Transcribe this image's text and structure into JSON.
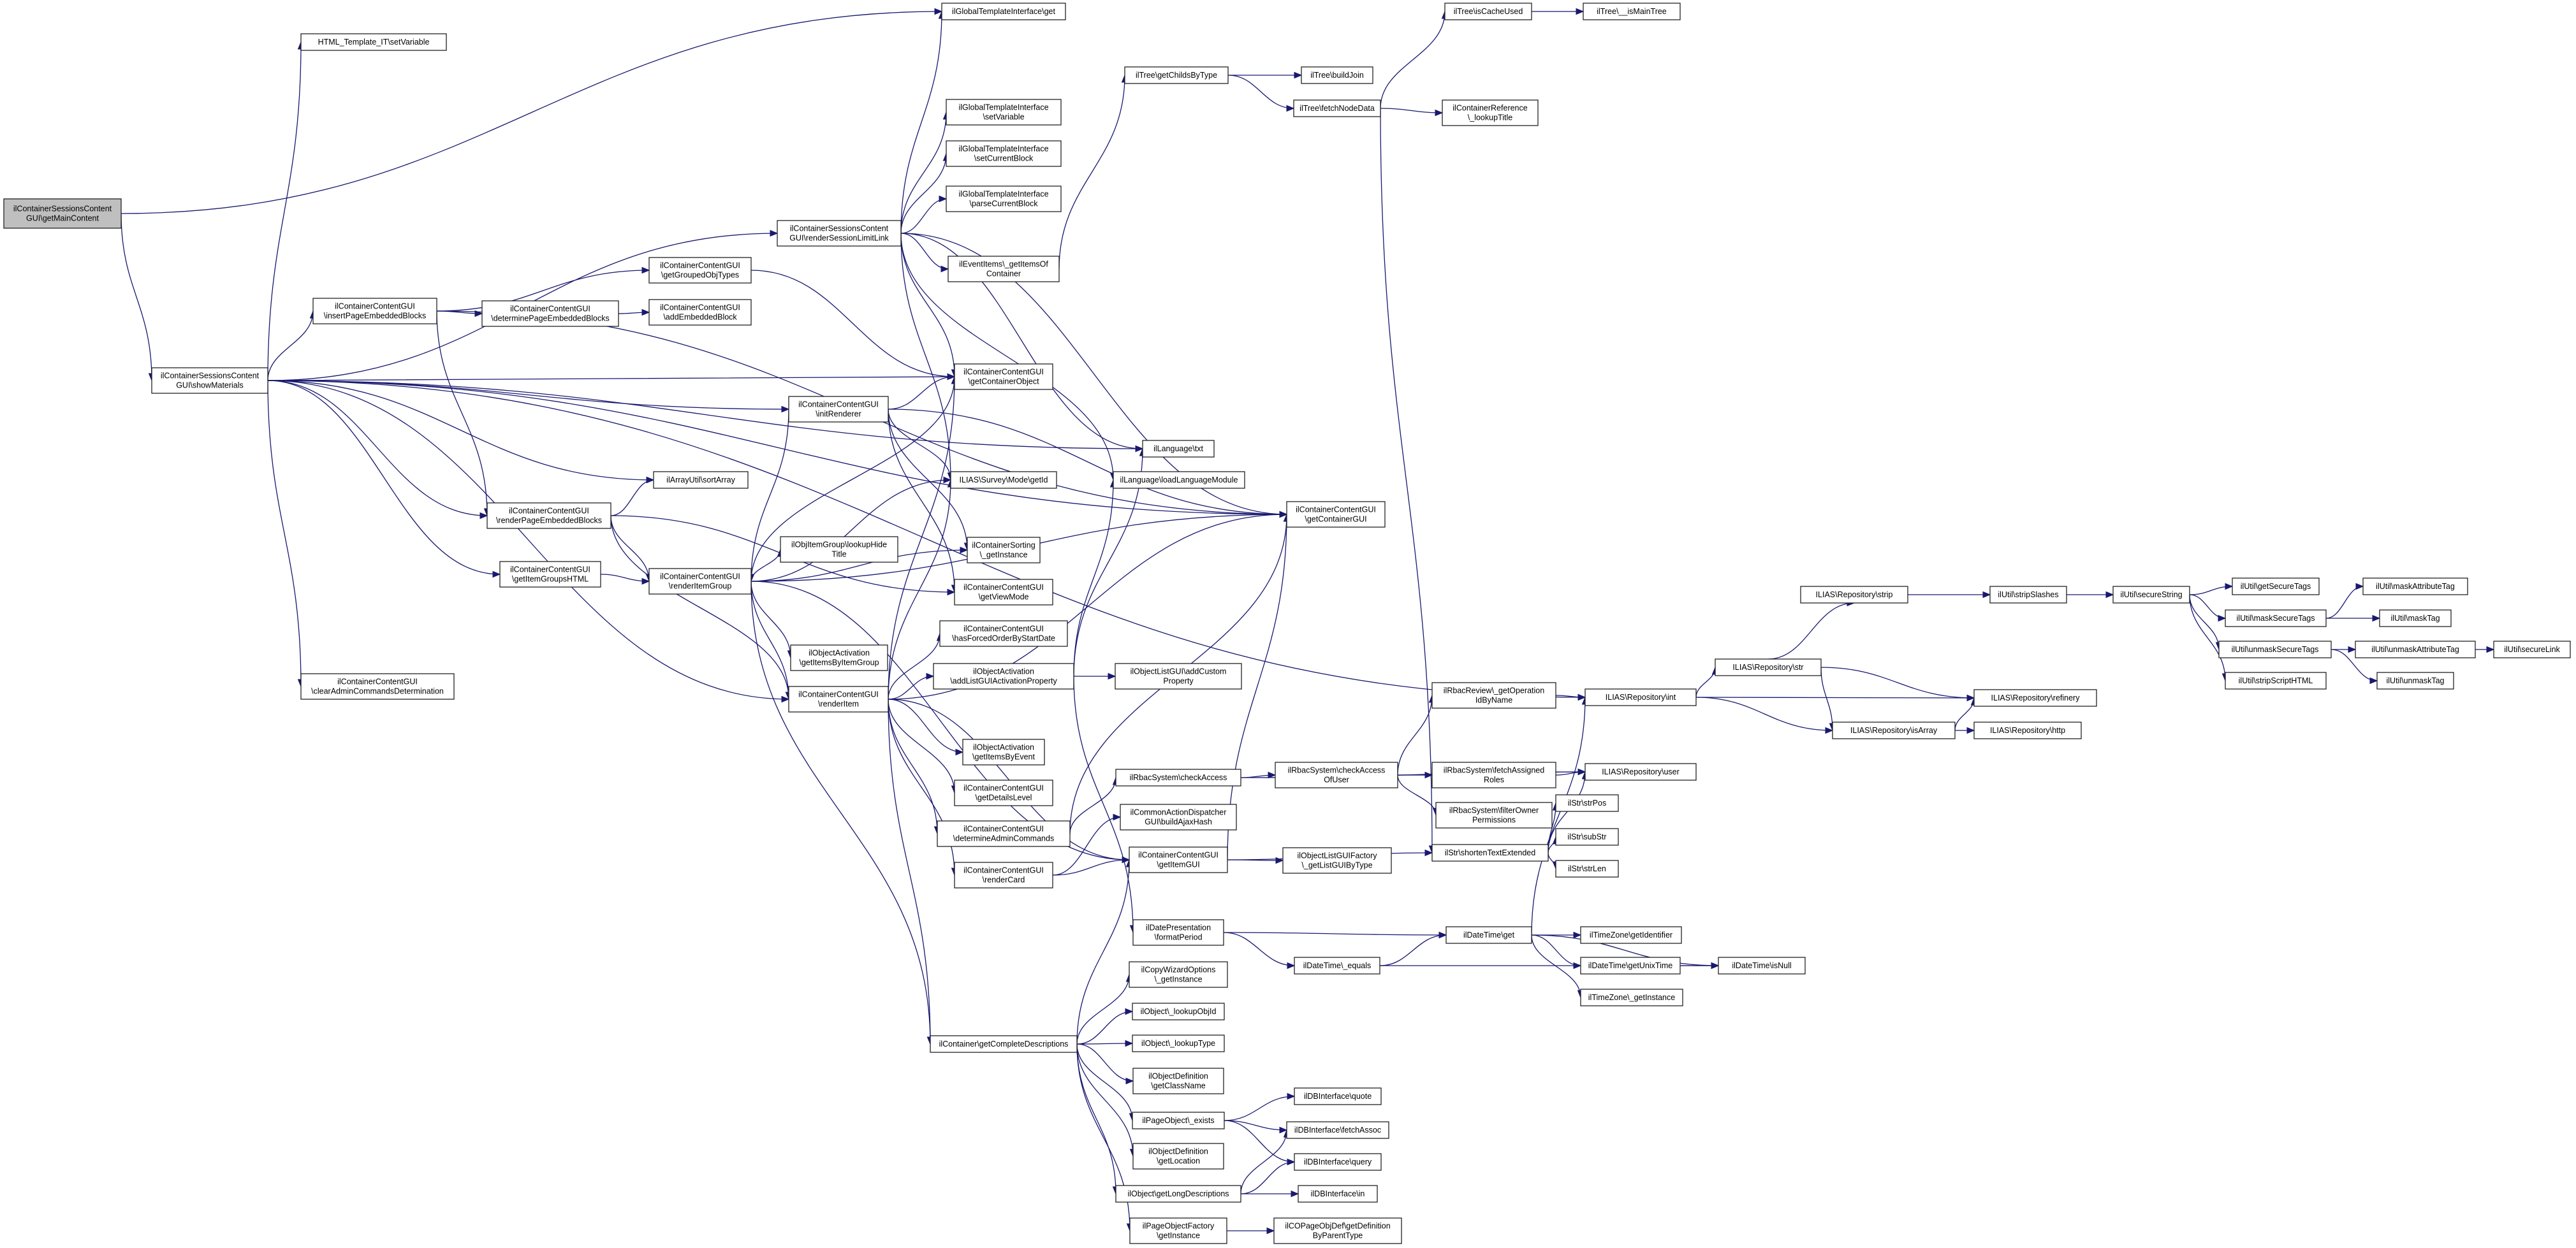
{
  "diagram": {
    "nodes": [
      {
        "id": "root",
        "lines": [
          "ilContainerSessionsContent",
          "GUI\\getMainContent"
        ],
        "root": true
      },
      {
        "id": "showMaterials",
        "lines": [
          "ilContainerSessionsContent",
          "GUI\\showMaterials"
        ]
      },
      {
        "id": "gtiGet",
        "lines": [
          "ilGlobalTemplateInterface\\get"
        ]
      },
      {
        "id": "htmlSetVar",
        "lines": [
          "HTML_Template_IT\\setVariable"
        ]
      },
      {
        "id": "insertPEB",
        "lines": [
          "ilContainerContentGUI",
          "\\insertPageEmbeddedBlocks"
        ]
      },
      {
        "id": "renderPEB",
        "lines": [
          "ilContainerContentGUI",
          "\\renderPageEmbeddedBlocks"
        ]
      },
      {
        "id": "getItemGroupsHTML",
        "lines": [
          "ilContainerContentGUI",
          "\\getItemGroupsHTML"
        ]
      },
      {
        "id": "clearAdmin",
        "lines": [
          "ilContainerContentGUI",
          "\\clearAdminCommandsDetermination"
        ]
      },
      {
        "id": "getGrouped",
        "lines": [
          "ilContainerContentGUI",
          "\\getGroupedObjTypes"
        ]
      },
      {
        "id": "determinePEB",
        "lines": [
          "ilContainerContentGUI",
          "\\determinePageEmbeddedBlocks"
        ]
      },
      {
        "id": "addEmbedded",
        "lines": [
          "ilContainerContentGUI",
          "\\addEmbeddedBlock"
        ]
      },
      {
        "id": "sortArray",
        "lines": [
          "ilArrayUtil\\sortArray"
        ]
      },
      {
        "id": "renderItemGroup",
        "lines": [
          "ilContainerContentGUI",
          "\\renderItemGroup"
        ]
      },
      {
        "id": "renderSession",
        "lines": [
          "ilContainerSessionsContent",
          "GUI\\renderSessionLimitLink"
        ]
      },
      {
        "id": "initRenderer",
        "lines": [
          "ilContainerContentGUI",
          "\\initRenderer"
        ]
      },
      {
        "id": "renderItem",
        "lines": [
          "ilContainerContentGUI",
          "\\renderItem"
        ]
      },
      {
        "id": "lookupHide",
        "lines": [
          "ilObjItemGroup\\lookupHide",
          "Title"
        ]
      },
      {
        "id": "getItemsByItemGroup",
        "lines": [
          "ilObjectActivation",
          "\\getItemsByItemGroup"
        ]
      },
      {
        "id": "gtiSetVar",
        "lines": [
          "ilGlobalTemplateInterface",
          "\\setVariable"
        ]
      },
      {
        "id": "gtiSetBlock",
        "lines": [
          "ilGlobalTemplateInterface",
          "\\setCurrentBlock"
        ]
      },
      {
        "id": "gtiParse",
        "lines": [
          "ilGlobalTemplateInterface",
          "\\parseCurrentBlock"
        ]
      },
      {
        "id": "eventItems",
        "lines": [
          "ilEventItems\\_getItemsOf",
          "Container"
        ]
      },
      {
        "id": "getContainerObject",
        "lines": [
          "ilContainerContentGUI",
          "\\getContainerObject"
        ]
      },
      {
        "id": "surveyGetId",
        "lines": [
          "ILIAS\\Survey\\Mode\\getId"
        ]
      },
      {
        "id": "sortingGetInstance",
        "lines": [
          "ilContainerSorting",
          "\\_getInstance"
        ]
      },
      {
        "id": "getViewMode",
        "lines": [
          "ilContainerContentGUI",
          "\\getViewMode"
        ]
      },
      {
        "id": "hasForced",
        "lines": [
          "ilContainerContentGUI",
          "\\hasForcedOrderByStartDate"
        ]
      },
      {
        "id": "addListGUI",
        "lines": [
          "ilObjectActivation",
          "\\addListGUIActivationProperty"
        ]
      },
      {
        "id": "getItemsByEvent",
        "lines": [
          "ilObjectActivation",
          "\\getItemsByEvent"
        ]
      },
      {
        "id": "getDetailsLevel",
        "lines": [
          "ilContainerContentGUI",
          "\\getDetailsLevel"
        ]
      },
      {
        "id": "determineAdmin",
        "lines": [
          "ilContainerContentGUI",
          "\\determineAdminCommands"
        ]
      },
      {
        "id": "renderCard",
        "lines": [
          "ilContainerContentGUI",
          "\\renderCard"
        ]
      },
      {
        "id": "getCompleteDesc",
        "lines": [
          "ilContainer\\getCompleteDescriptions"
        ]
      },
      {
        "id": "treeGetChilds",
        "lines": [
          "ilTree\\getChildsByType"
        ]
      },
      {
        "id": "treeBuildJoin",
        "lines": [
          "ilTree\\buildJoin"
        ]
      },
      {
        "id": "treeFetchNode",
        "lines": [
          "ilTree\\fetchNodeData"
        ]
      },
      {
        "id": "treeIsCacheUsed",
        "lines": [
          "ilTree\\isCacheUsed"
        ]
      },
      {
        "id": "treeIsMainTree",
        "lines": [
          "ilTree\\__isMainTree"
        ]
      },
      {
        "id": "containerRefLookup",
        "lines": [
          "ilContainerReference",
          "\\_lookupTitle"
        ]
      },
      {
        "id": "languageTxt",
        "lines": [
          "ilLanguage\\txt"
        ]
      },
      {
        "id": "languageLoad",
        "lines": [
          "ilLanguage\\loadLanguageModule"
        ]
      },
      {
        "id": "getContainerGUI",
        "lines": [
          "ilContainerContentGUI",
          "\\getContainerGUI"
        ]
      },
      {
        "id": "addCustomProp",
        "lines": [
          "ilObjectListGUI\\addCustom",
          "Property"
        ]
      },
      {
        "id": "rbacCheckAccess",
        "lines": [
          "ilRbacSystem\\checkAccess"
        ]
      },
      {
        "id": "rbacCheckAccessOfUser",
        "lines": [
          "ilRbacSystem\\checkAccess",
          "OfUser"
        ]
      },
      {
        "id": "rbacReview",
        "lines": [
          "ilRbacReview\\_getOperation",
          "IdByName"
        ]
      },
      {
        "id": "rbacFetchAssigned",
        "lines": [
          "ilRbacSystem\\fetchAssigned",
          "Roles"
        ]
      },
      {
        "id": "rbacFilterOwner",
        "lines": [
          "ilRbacSystem\\filterOwner",
          "Permissions"
        ]
      },
      {
        "id": "commonAction",
        "lines": [
          "ilCommonActionDispatcher",
          "GUI\\buildAjaxHash"
        ]
      },
      {
        "id": "getItemGUI",
        "lines": [
          "ilContainerContentGUI",
          "\\getItemGUI"
        ]
      },
      {
        "id": "listGUIFactory",
        "lines": [
          "ilObjectListGUIFactory",
          "\\_getListGUIByType"
        ]
      },
      {
        "id": "shortenText",
        "lines": [
          "ilStr\\shortenTextExtended"
        ]
      },
      {
        "id": "strPos",
        "lines": [
          "ilStr\\strPos"
        ]
      },
      {
        "id": "subStr",
        "lines": [
          "ilStr\\subStr"
        ]
      },
      {
        "id": "strLen",
        "lines": [
          "ilStr\\strLen"
        ]
      },
      {
        "id": "repoInt",
        "lines": [
          "ILIAS\\Repository\\int"
        ]
      },
      {
        "id": "repoUser",
        "lines": [
          "ILIAS\\Repository\\user"
        ]
      },
      {
        "id": "repoStr",
        "lines": [
          "ILIAS\\Repository\\str"
        ]
      },
      {
        "id": "repoStrip",
        "lines": [
          "ILIAS\\Repository\\strip"
        ]
      },
      {
        "id": "repoIsArray",
        "lines": [
          "ILIAS\\Repository\\isArray"
        ]
      },
      {
        "id": "repoRefinery",
        "lines": [
          "ILIAS\\Repository\\refinery"
        ]
      },
      {
        "id": "repoHttp",
        "lines": [
          "ILIAS\\Repository\\http"
        ]
      },
      {
        "id": "stripSlashes",
        "lines": [
          "ilUtil\\stripSlashes"
        ]
      },
      {
        "id": "secureString",
        "lines": [
          "ilUtil\\secureString"
        ]
      },
      {
        "id": "getSecureTags",
        "lines": [
          "ilUtil\\getSecureTags"
        ]
      },
      {
        "id": "maskSecureTags",
        "lines": [
          "ilUtil\\maskSecureTags"
        ]
      },
      {
        "id": "maskAttributeTag",
        "lines": [
          "ilUtil\\maskAttributeTag"
        ]
      },
      {
        "id": "maskTag",
        "lines": [
          "ilUtil\\maskTag"
        ]
      },
      {
        "id": "unmaskSecureTags",
        "lines": [
          "ilUtil\\unmaskSecureTags"
        ]
      },
      {
        "id": "unmaskAttributeTag",
        "lines": [
          "ilUtil\\unmaskAttributeTag"
        ]
      },
      {
        "id": "secureLink",
        "lines": [
          "ilUtil\\secureLink"
        ]
      },
      {
        "id": "unmaskTag",
        "lines": [
          "ilUtil\\unmaskTag"
        ]
      },
      {
        "id": "stripScriptHTML",
        "lines": [
          "ilUtil\\stripScriptHTML"
        ]
      },
      {
        "id": "datePresentation",
        "lines": [
          "ilDatePresentation",
          "\\formatPeriod"
        ]
      },
      {
        "id": "dateTimeEquals",
        "lines": [
          "ilDateTime\\_equals"
        ]
      },
      {
        "id": "dateTimeGet",
        "lines": [
          "ilDateTime\\get"
        ]
      },
      {
        "id": "timezoneGetId",
        "lines": [
          "ilTimeZone\\getIdentifier"
        ]
      },
      {
        "id": "dateTimeUnix",
        "lines": [
          "ilDateTime\\getUnixTime"
        ]
      },
      {
        "id": "timezoneGetInstance",
        "lines": [
          "ilTimeZone\\_getInstance"
        ]
      },
      {
        "id": "dateTimeIsNull",
        "lines": [
          "ilDateTime\\isNull"
        ]
      },
      {
        "id": "copyWizard",
        "lines": [
          "ilCopyWizardOptions",
          "\\_getInstance"
        ]
      },
      {
        "id": "lookupObjId",
        "lines": [
          "ilObject\\_lookupObjId"
        ]
      },
      {
        "id": "lookupType",
        "lines": [
          "ilObject\\_lookupType"
        ]
      },
      {
        "id": "objDefClassName",
        "lines": [
          "ilObjectDefinition",
          "\\getClassName"
        ]
      },
      {
        "id": "pageObjExists",
        "lines": [
          "ilPageObject\\_exists"
        ]
      },
      {
        "id": "objDefLocation",
        "lines": [
          "ilObjectDefinition",
          "\\getLocation"
        ]
      },
      {
        "id": "getLongDesc",
        "lines": [
          "ilObject\\getLongDescriptions"
        ]
      },
      {
        "id": "pageObjFactory",
        "lines": [
          "ilPageObjectFactory",
          "\\getInstance"
        ]
      },
      {
        "id": "dbQuote",
        "lines": [
          "ilDBInterface\\quote"
        ]
      },
      {
        "id": "dbFetchAssoc",
        "lines": [
          "ilDBInterface\\fetchAssoc"
        ]
      },
      {
        "id": "dbQuery",
        "lines": [
          "ilDBInterface\\query"
        ]
      },
      {
        "id": "dbIn",
        "lines": [
          "ilDBInterface\\in"
        ]
      },
      {
        "id": "copgGetDef",
        "lines": [
          "ilCOPageObjDef\\getDefinition",
          "ByParentType"
        ]
      }
    ]
  }
}
